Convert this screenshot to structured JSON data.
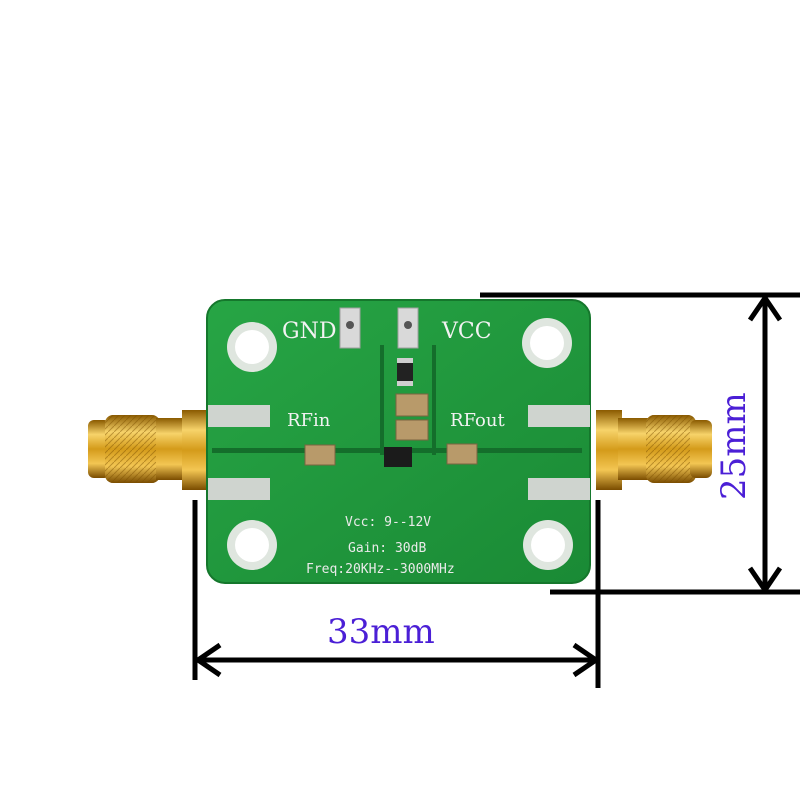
{
  "board": {
    "labels": {
      "gnd": "GND",
      "vcc": "VCC",
      "rf_in": "RFin",
      "rf_out": "RFout"
    },
    "specs": {
      "vcc": "Vcc: 9--12V",
      "gain": "Gain: 30dB",
      "freq": "Freq:20KHz--3000MHz"
    }
  },
  "dimensions": {
    "width_label": "33mm",
    "height_label": "25mm"
  },
  "colors": {
    "pcb": "#1f9a3c",
    "dimension_text": "#4b1fd6",
    "connector": "#d4a21c"
  }
}
